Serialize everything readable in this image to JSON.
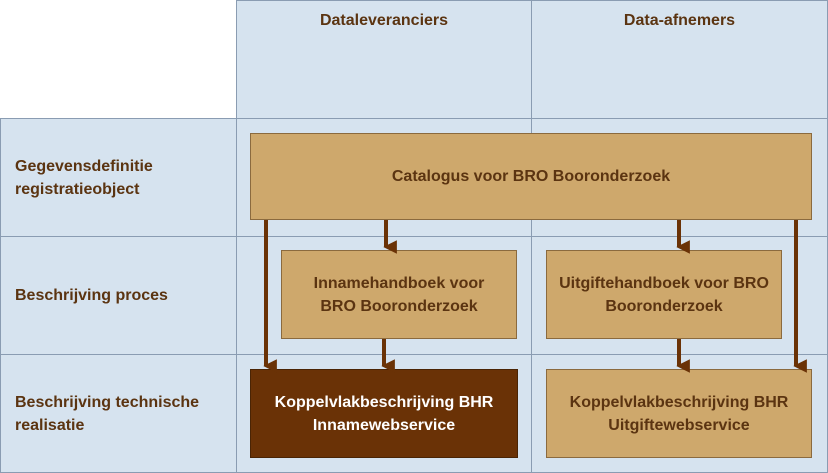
{
  "columns": {
    "suppliers": "Dataleveranciers",
    "consumers": "Data-afnemers"
  },
  "rows": {
    "definition": "Gegevensdefinitie registratieobject",
    "process": "Beschrijving proces",
    "technical": "Beschrijving technische realisatie"
  },
  "boxes": {
    "catalogue": "Catalogus voor BRO Booronderzoek",
    "intake_manual": "Innamehandboek voor BRO Booronderzoek",
    "output_manual": "Uitgiftehandboek voor BRO Booronderzoek",
    "intake_interface": "Koppelvlakbeschrijving BHR Innamewebservice",
    "output_interface": "Koppelvlakbeschrijving BHR Uitgiftewebservice"
  },
  "colors": {
    "cell_fill": "#d6e3ef",
    "cell_border": "#8a9cb2",
    "box_light": "#cea86c",
    "box_dark": "#6a3206",
    "text_brown": "#5b3411",
    "arrow": "#6a3206"
  }
}
